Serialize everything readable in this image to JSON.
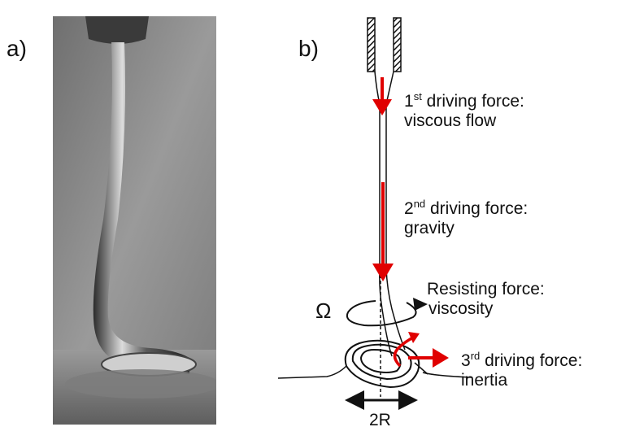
{
  "panels": {
    "a": {
      "letter": "a)"
    },
    "b": {
      "letter": "b)"
    }
  },
  "labels": {
    "first": {
      "sup": "st",
      "num": "1",
      "line1_rest": " driving force:",
      "line2": "viscous flow"
    },
    "second": {
      "sup": "nd",
      "num": "2",
      "line1_rest": " driving force:",
      "line2": "gravity"
    },
    "resisting": {
      "line1": "Resisting force:",
      "line2": "viscosity"
    },
    "third": {
      "sup": "rd",
      "num": "3",
      "line1_rest": " driving force:",
      "line2": "inertia"
    },
    "omega": "Ω",
    "radius": "2R"
  },
  "colors": {
    "force_arrow": "#e00000",
    "line": "#111111",
    "photo_bg": "#8c8c8c"
  }
}
